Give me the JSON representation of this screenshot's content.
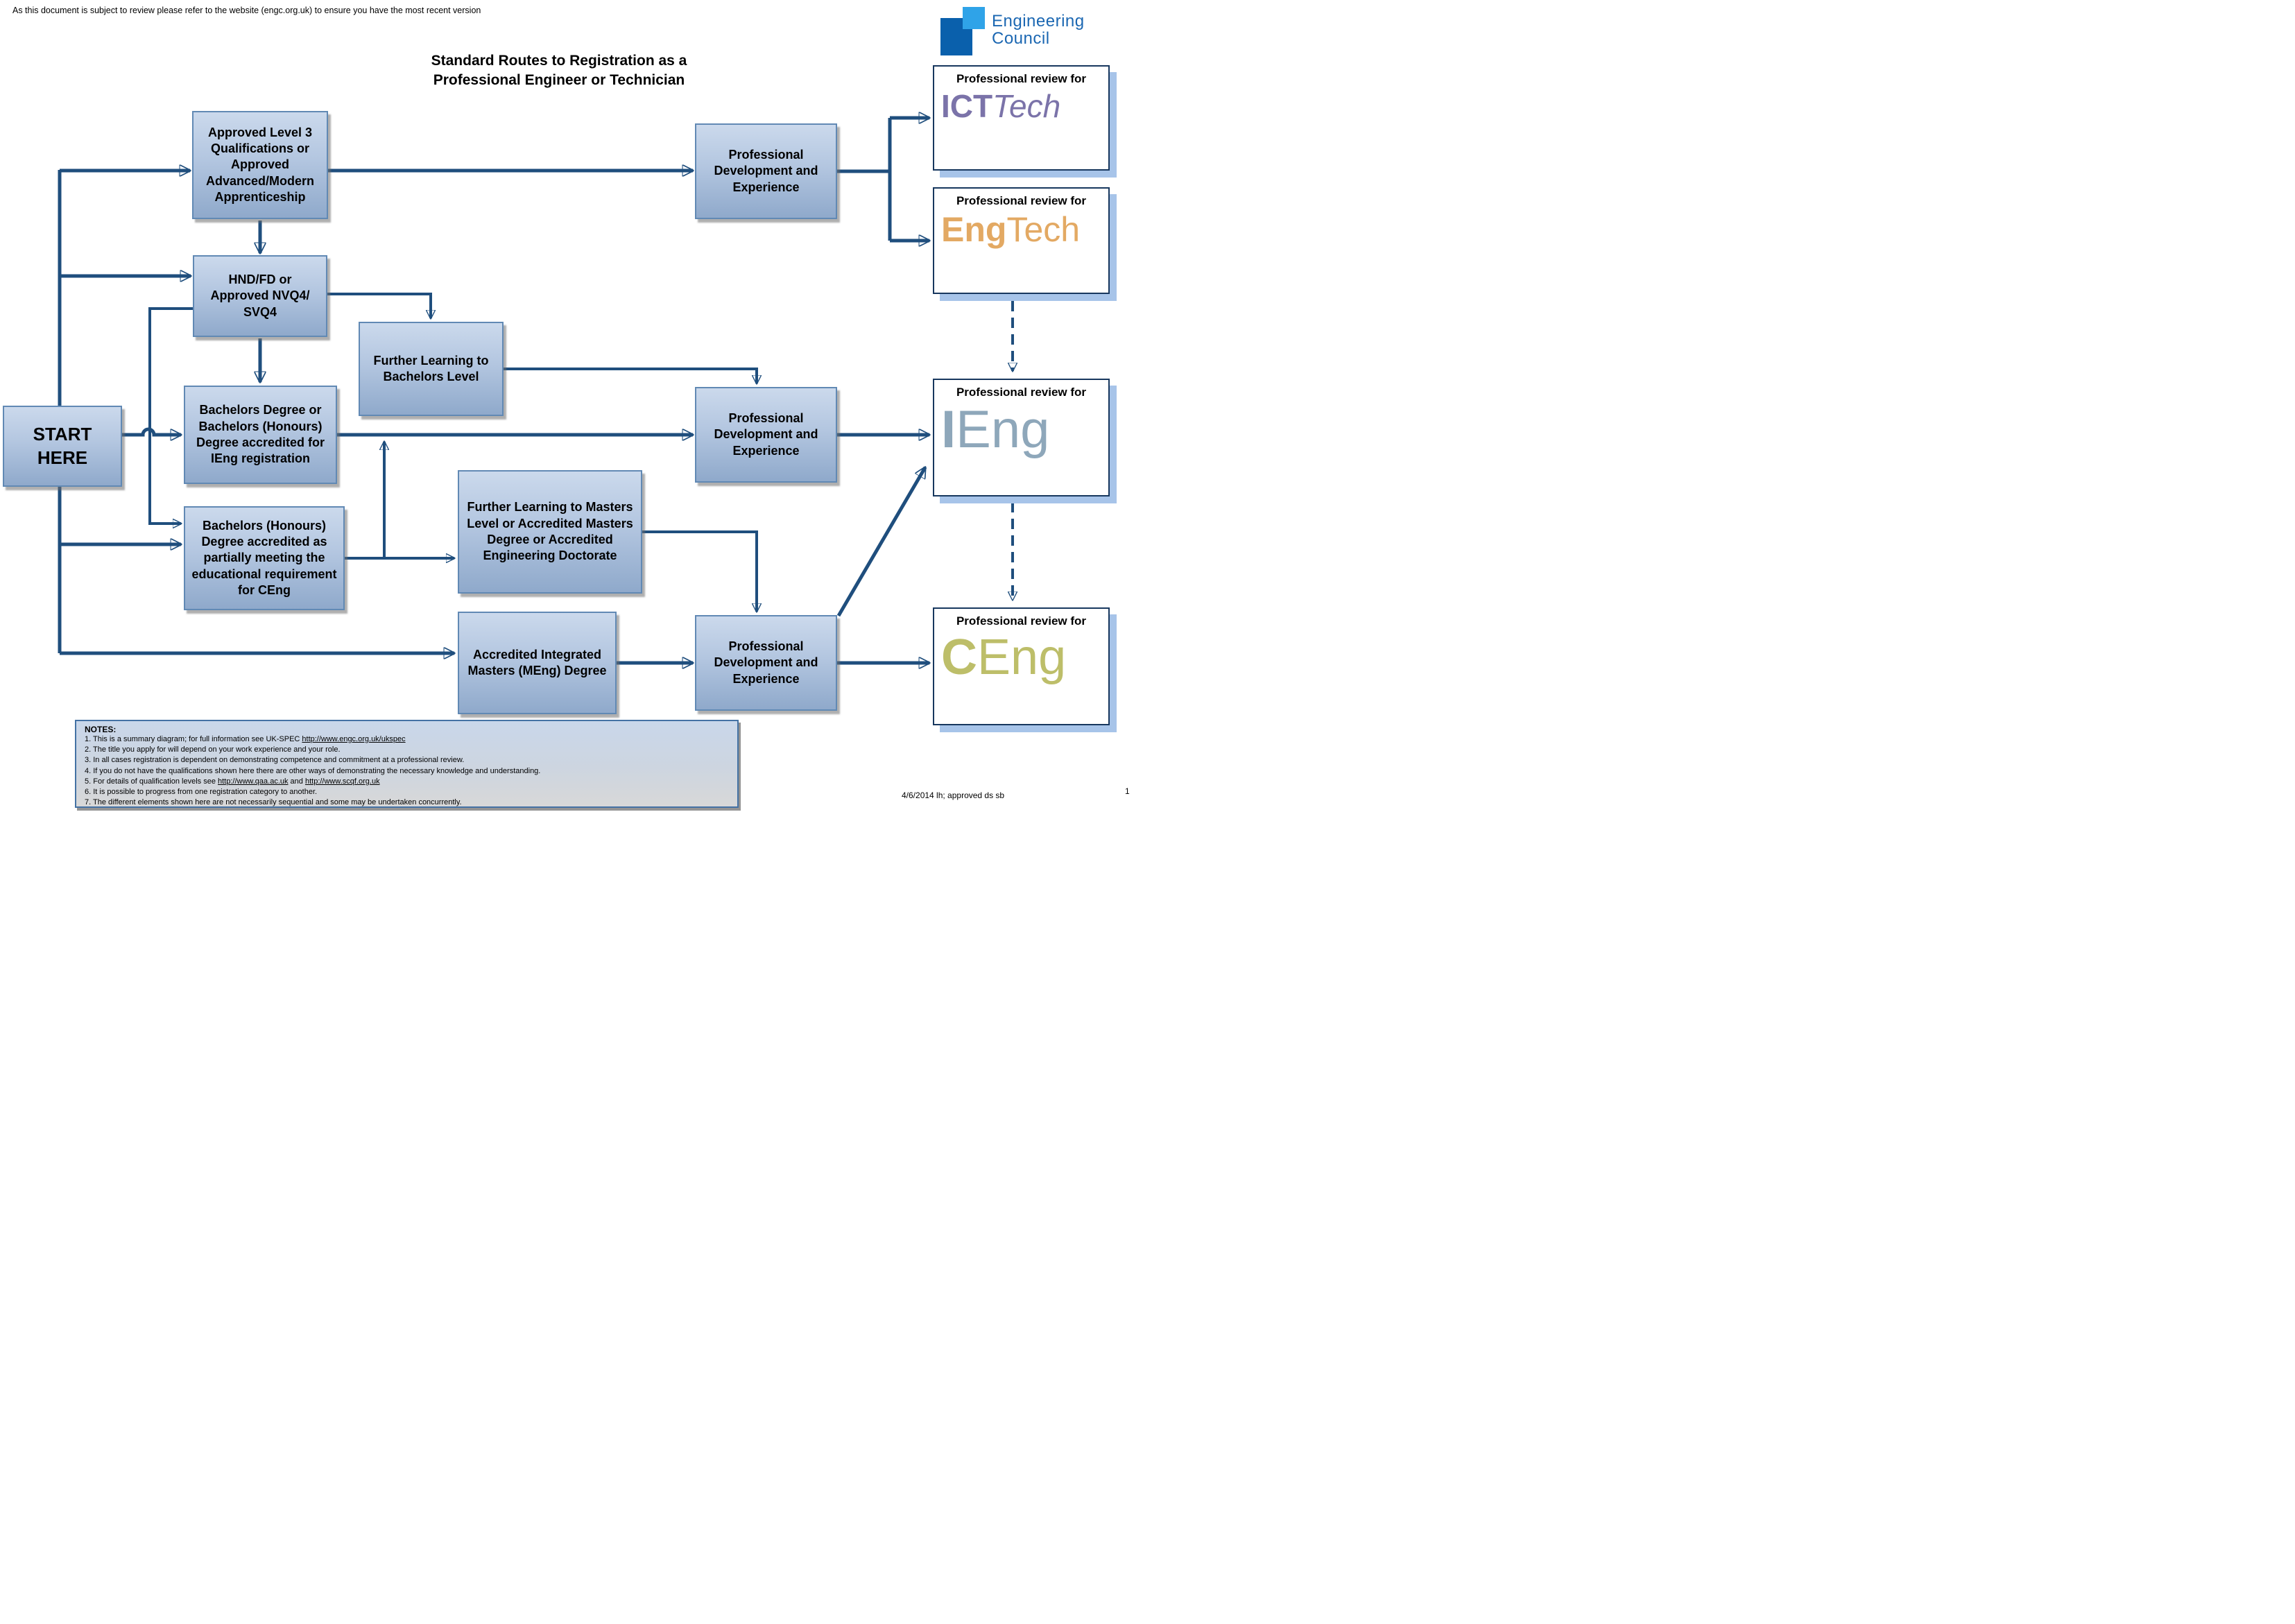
{
  "header": {
    "disclaimer": "As this document is subject to review please refer to the website (engc.org.uk) to ensure you have the most recent version",
    "title_line1": "Standard Routes to Registration as a",
    "title_line2": "Professional Engineer or Technician"
  },
  "logo": {
    "line1": "Engineering",
    "line2": "Council"
  },
  "flow": {
    "start": "START HERE",
    "approved_l3": "Approved Level 3 Qualifications or Approved Advanced/Modern Apprenticeship",
    "hnd_fd": "HND/FD or Approved NVQ4/ SVQ4",
    "further_bachelors": "Further Learning to Bachelors Level",
    "bachelors_ieng": "Bachelors Degree or Bachelors (Honours) Degree accredited for IEng registration",
    "bachelors_ceng": "Bachelors (Honours) Degree accredited as partially meeting the educational requirement for CEng",
    "further_masters": "Further Learning to Masters Level or Accredited Masters Degree or Accredited Engineering Doctorate",
    "accredited_meng": "Accredited Integrated Masters (MEng) Degree",
    "pde": "Professional Development and Experience"
  },
  "reviews": {
    "label": "Professional review for",
    "icttech": {
      "bold": "ICT",
      "light": "Tech"
    },
    "engtech": {
      "bold": "Eng",
      "light": "Tech"
    },
    "ieng": {
      "bold": "I",
      "light": "Eng"
    },
    "ceng": {
      "bold": "C",
      "light": "Eng"
    }
  },
  "notes": {
    "heading": "NOTES:",
    "items": [
      "1. This is a summary diagram; for full information see UK-SPEC http://www.engc.org.uk/ukspec",
      "2. The title you apply for will depend on your work experience and your role.",
      "3. In all cases registration is dependent on demonstrating competence and commitment at a professional review.",
      "4. If you do not have the qualifications shown here there are other ways of demonstrating the necessary knowledge and understanding.",
      "5. For details of qualification levels see http://www.qaa.ac.uk and http://www.scqf.org.uk",
      "6. It is possible to progress from one registration category to another.",
      "7. The different elements shown here are not necessarily sequential and some may be undertaken concurrently."
    ]
  },
  "footer": {
    "approval": "4/6/2014 lh; approved ds sb",
    "page_number": "1"
  },
  "colors": {
    "connector": "#1F4E7D",
    "icttech": "#7B73A9",
    "engtech": "#E3A963",
    "ieng": "#8EA7BA",
    "ceng": "#BDBE69",
    "logo_blue": "#1B67B2",
    "logo_dark": "#0A60AC",
    "logo_light": "#2FA3E8"
  }
}
